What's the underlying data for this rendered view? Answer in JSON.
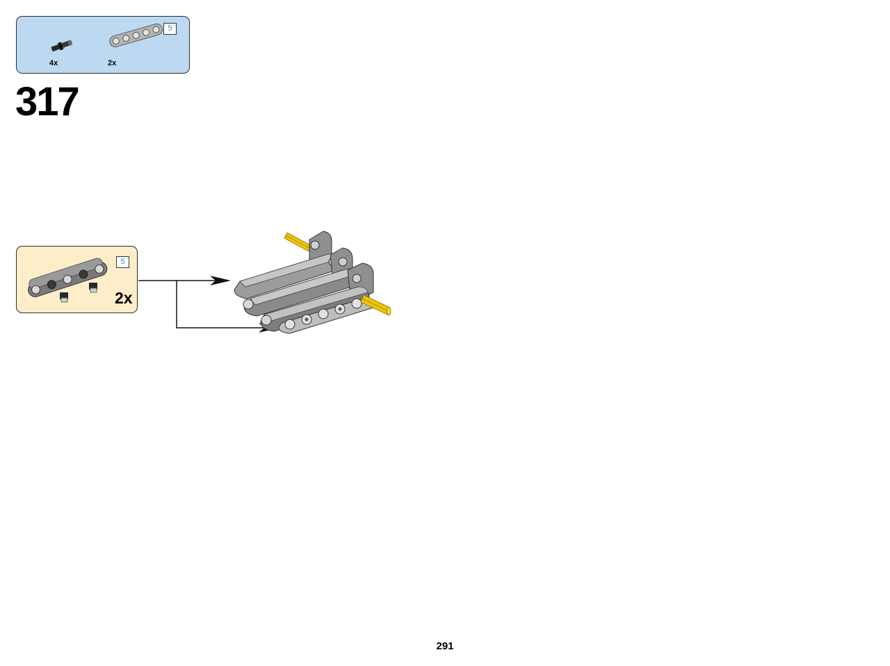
{
  "parts_list": {
    "items": [
      {
        "icon": "black-pin-with-bushing",
        "quantity": "4x"
      },
      {
        "icon": "light-gray-beam-5",
        "quantity": "2x",
        "length_badge": "5"
      }
    ],
    "background_color": "#bcd9f1"
  },
  "step": {
    "number": "317"
  },
  "subassembly": {
    "quantity": "2x",
    "length_badge": "5",
    "background_color": "#fdedc9"
  },
  "page": {
    "number": "291"
  }
}
